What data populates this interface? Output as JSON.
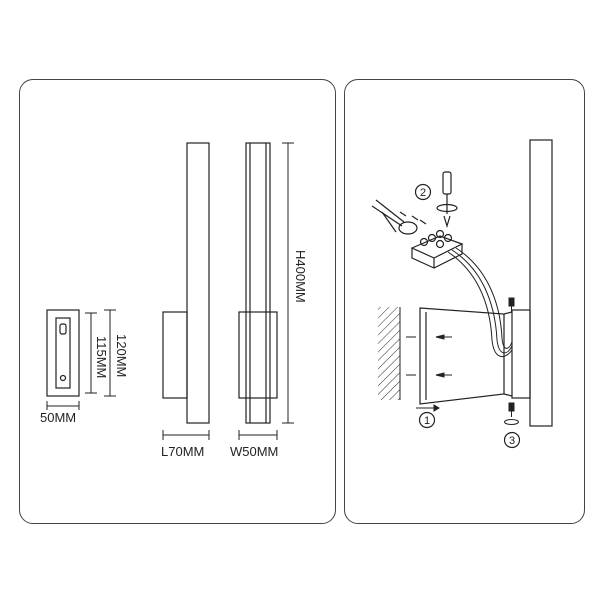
{
  "dimensions": {
    "base_width": "50MM",
    "height_115": "115MM",
    "height_120": "120MM",
    "length": "L70MM",
    "width": "W50MM",
    "height_total": "H400MM"
  },
  "steps": {
    "step1": "1",
    "step2": "2",
    "step3": "3"
  },
  "colors": {
    "line": "#222222",
    "panel_border": "#444444",
    "background": "#ffffff"
  }
}
